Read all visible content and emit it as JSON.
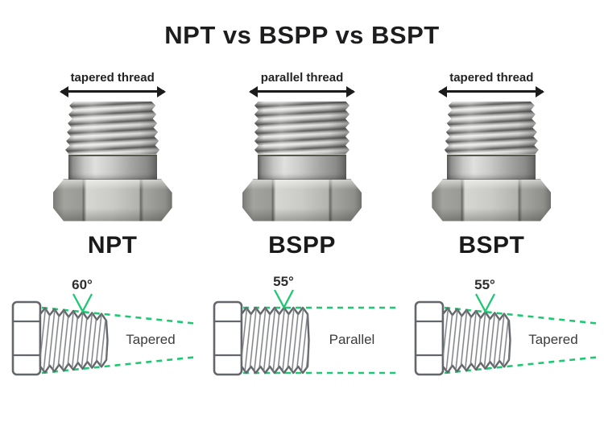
{
  "title": "NPT vs BSPP vs BSPT",
  "accent_green": "#1ec873",
  "columns": [
    {
      "id": "npt",
      "thread_label": "tapered thread",
      "name": "NPT",
      "angle": "60°",
      "profile": "Tapered",
      "thread_type": "tapered"
    },
    {
      "id": "bspp",
      "thread_label": "parallel thread",
      "name": "BSPP",
      "angle": "55°",
      "profile": "Parallel",
      "thread_type": "parallel"
    },
    {
      "id": "bspt",
      "thread_label": "tapered thread",
      "name": "BSPT",
      "angle": "55°",
      "profile": "Tapered",
      "thread_type": "tapered"
    }
  ]
}
